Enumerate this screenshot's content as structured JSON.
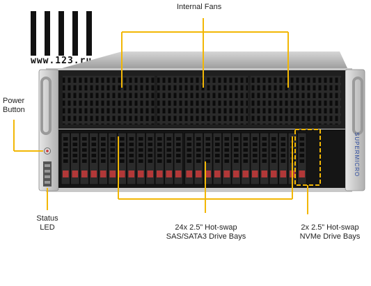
{
  "logo": {
    "text": "www.123.ru"
  },
  "labels": {
    "internal_fans": "Internal  Fans",
    "power_button_line1": "Power",
    "power_button_line2": "Button",
    "status_led_line1": "Status",
    "status_led_line2": "LED",
    "sas_bays_line1": "24x 2.5” Hot-swap",
    "sas_bays_line2": "SAS/SATA3 Drive Bays",
    "nvme_bays_line1": "2x 2.5” Hot-swap",
    "nvme_bays_line2": "NVMe Drive Bays"
  },
  "brand_text": "SUPERMICRO",
  "colors": {
    "callout": "#f2b705",
    "drive_latch": "#b23838",
    "chassis_dark": "#1d1d1d",
    "chassis_silver": "#c8c8c8"
  }
}
